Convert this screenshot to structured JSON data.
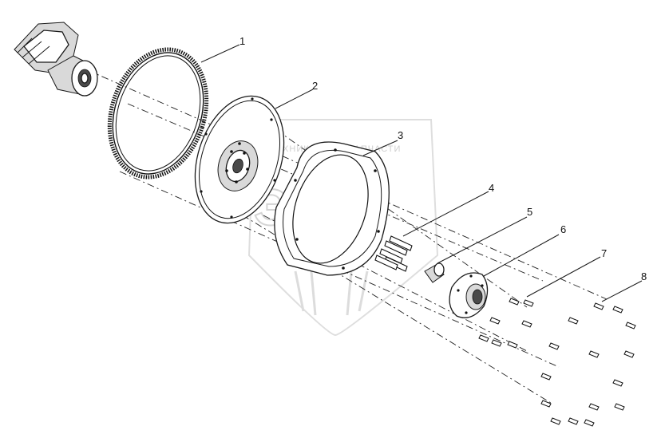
{
  "watermark": {
    "line1": "ТЕХНИКА",
    "line2": "ЗАПЧАСТИ",
    "monogram": "ЭПФ"
  },
  "callouts": [
    {
      "label": "1"
    },
    {
      "label": "2"
    },
    {
      "label": "3"
    },
    {
      "label": "4"
    },
    {
      "label": "5"
    },
    {
      "label": "6"
    },
    {
      "label": "7"
    },
    {
      "label": "8"
    }
  ],
  "colors": {
    "line": "#1a1a1a",
    "watermark": "#d4d4d4"
  }
}
